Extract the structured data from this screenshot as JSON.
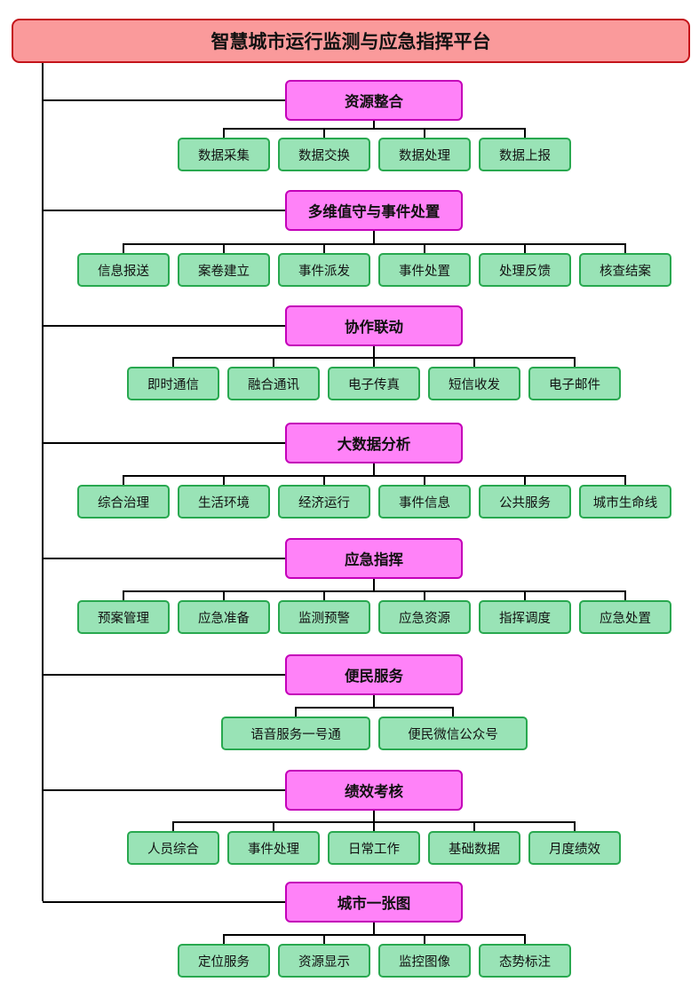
{
  "title": "智慧城市运行监测与应急指挥平台",
  "colors": {
    "title_fill": "#fa9a9b",
    "title_border": "#c4141a",
    "category_fill": "#ff82f8",
    "category_border": "#c400b9",
    "leaf_fill": "#99e3b6",
    "leaf_border": "#28a84f",
    "connector": "#000000"
  },
  "categories": [
    {
      "label": "资源整合",
      "items": [
        "数据采集",
        "数据交换",
        "数据处理",
        "数据上报"
      ]
    },
    {
      "label": "多维值守与事件处置",
      "items": [
        "信息报送",
        "案卷建立",
        "事件派发",
        "事件处置",
        "处理反馈",
        "核查结案"
      ]
    },
    {
      "label": "协作联动",
      "items": [
        "即时通信",
        "融合通讯",
        "电子传真",
        "短信收发",
        "电子邮件"
      ]
    },
    {
      "label": "大数据分析",
      "items": [
        "综合治理",
        "生活环境",
        "经济运行",
        "事件信息",
        "公共服务",
        "城市生命线"
      ]
    },
    {
      "label": "应急指挥",
      "items": [
        "预案管理",
        "应急准备",
        "监测预警",
        "应急资源",
        "指挥调度",
        "应急处置"
      ]
    },
    {
      "label": "便民服务",
      "items": [
        "语音服务一号通",
        "便民微信公众号"
      ]
    },
    {
      "label": "绩效考核",
      "items": [
        "人员综合",
        "事件处理",
        "日常工作",
        "基础数据",
        "月度绩效"
      ]
    },
    {
      "label": "城市一张图",
      "items": [
        "定位服务",
        "资源显示",
        "监控图像",
        "态势标注"
      ]
    }
  ]
}
